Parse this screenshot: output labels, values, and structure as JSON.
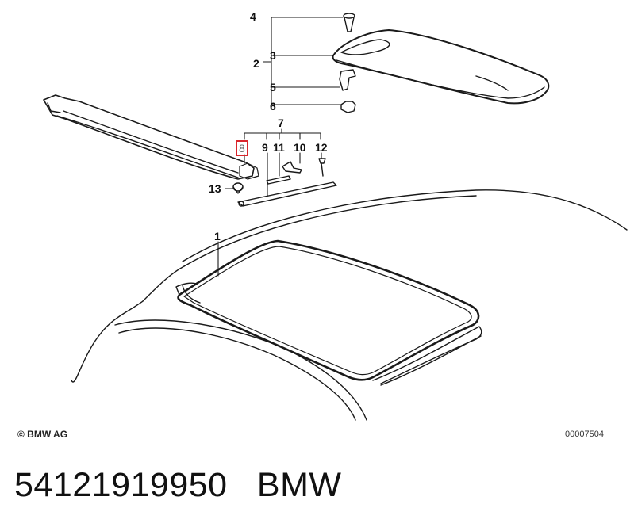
{
  "callouts": {
    "c1": "1",
    "c2": "2",
    "c3": "3",
    "c4": "4",
    "c5": "5",
    "c6": "6",
    "c7": "7",
    "c8": "8",
    "c9": "9",
    "c10": "10",
    "c11": "11",
    "c12": "12",
    "c13": "13"
  },
  "highlighted_callout": "8",
  "copyright": "© BMW AG",
  "diagram_code": "00007504",
  "caption": {
    "part_number": "54121919950",
    "brand": "BMW"
  },
  "colors": {
    "line": "#1a1a1a",
    "highlight_box": "#d9262c"
  }
}
